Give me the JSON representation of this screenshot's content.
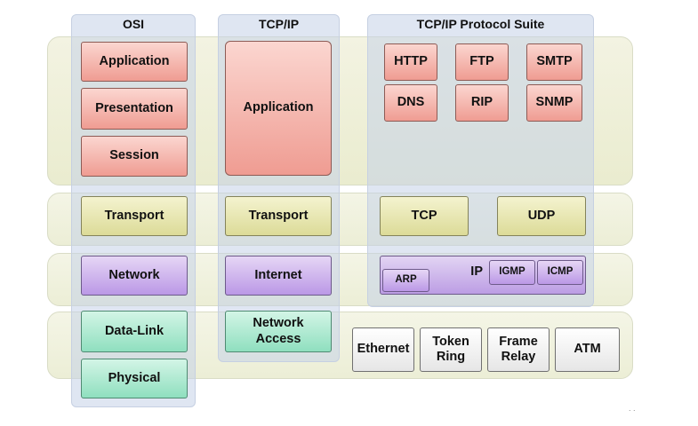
{
  "columns": {
    "osi": "OSI",
    "tcpip": "TCP/IP",
    "suite": "TCP/IP Protocol Suite"
  },
  "osi": {
    "application": "Application",
    "presentation": "Presentation",
    "session": "Session",
    "transport": "Transport",
    "network": "Network",
    "data_link": "Data-Link",
    "physical": "Physical"
  },
  "tcpip": {
    "application": "Application",
    "transport": "Transport",
    "internet": "Internet",
    "network_access": "Network\nAccess"
  },
  "suite": {
    "application_protocols": [
      "HTTP",
      "FTP",
      "SMTP",
      "DNS",
      "RIP",
      "SNMP"
    ],
    "tcp": "TCP",
    "udp": "UDP",
    "ip": "IP",
    "arp": "ARP",
    "igmp": "IGMP",
    "icmp": "ICMP",
    "link_protocols": [
      "Ethernet",
      "Token\nRing",
      "Frame\nRelay",
      "ATM"
    ]
  },
  "colors": {
    "application": "#f2a79d",
    "transport": "#e3e2a6",
    "network": "#c6a6ea",
    "link": "#9ee5c6",
    "column": "#c4d2e8"
  },
  "footer_mark": ". ."
}
